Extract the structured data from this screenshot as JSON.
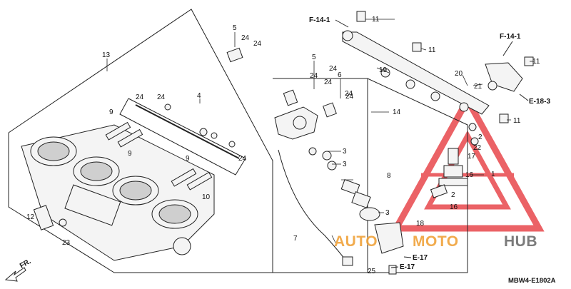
{
  "diagram": {
    "code": "MBW4-E1802A",
    "front_label": "FR.",
    "refs": {
      "f14_top": "F-14-1",
      "f14_right": "F-14-1",
      "e18": "E-18-3",
      "e17_a": "E-17",
      "e17_b": "E-17"
    },
    "callouts": [
      "13",
      "4",
      "5",
      "24",
      "24",
      "24",
      "24",
      "24",
      "24",
      "24",
      "5",
      "24",
      "24",
      "6",
      "24",
      "9",
      "9",
      "9",
      "10",
      "12",
      "23",
      "14",
      "11",
      "11",
      "11",
      "11",
      "19",
      "20",
      "21",
      "3",
      "3",
      "3",
      "8",
      "1",
      "2",
      "22",
      "17",
      "16",
      "2",
      "16",
      "18",
      "7",
      "25"
    ]
  },
  "watermark": {
    "brand_left": "AUTO",
    "brand_mid": "MOTO",
    "brand_right": "HUB",
    "colors": {
      "red": "#e8474c",
      "orange": "#f0a23a",
      "grey": "#6d6d6d"
    }
  }
}
